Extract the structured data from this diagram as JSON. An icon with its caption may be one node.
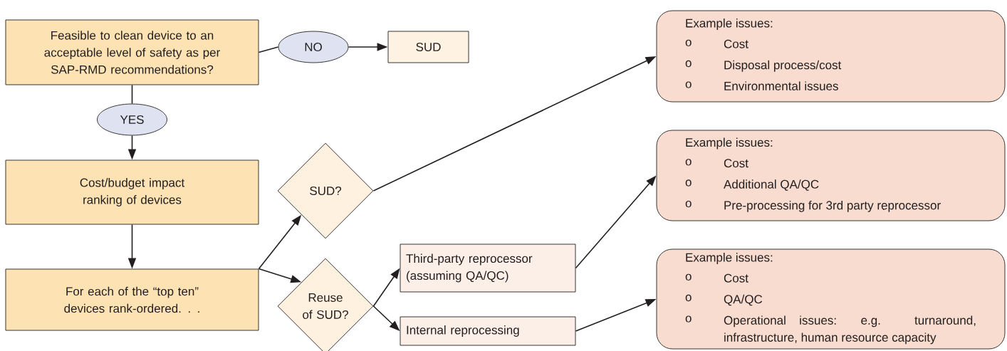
{
  "diagram": {
    "nodes": [
      {
        "text": [
          "Feasible to clean device to an acceptable level of safety as per SAP-RMD recommendations?"
        ]
      },
      {
        "text": [
          "NO"
        ]
      },
      {
        "text": [
          "SUD"
        ]
      },
      {
        "text": [
          "YES"
        ]
      },
      {
        "text": [
          "Cost/budget impact ranking of devices"
        ]
      },
      {
        "text": [
          "For each of the “top ten” devices rank-ordered. . ."
        ]
      },
      {
        "text": [
          "SUD?"
        ]
      },
      {
        "text": [
          "Reuse of SUD?"
        ]
      },
      {
        "text": [
          "Third-party reprocessor (assuming QA/QC)"
        ]
      },
      {
        "text": [
          "Internal reprocessing"
        ]
      },
      {
        "text": [
          "Example issues:",
          "o",
          "Cost",
          "o",
          "Disposal process/cost",
          "o",
          "Environmental issues"
        ]
      },
      {
        "text": [
          "Example issues:",
          "o",
          "Cost",
          "o",
          "Additional QA/QC",
          "o",
          "Pre-processing for 3rd party reprocessor"
        ]
      },
      {
        "text": [
          "Example issues:",
          "o",
          "Cost",
          "o",
          "QA/QC",
          "o",
          "Operational issues: e.g. turnaround, infrastructure, human resource capacity"
        ]
      }
    ],
    "edges": [
      {
        "from": 0,
        "to": 1,
        "arrow": "none"
      },
      {
        "from": 1,
        "to": 2,
        "arrow": "to"
      },
      {
        "from": 0,
        "to": 3,
        "arrow": "none"
      },
      {
        "from": 3,
        "to": 4,
        "arrow": "to"
      },
      {
        "from": 4,
        "to": 5,
        "arrow": "to"
      },
      {
        "from": 5,
        "to": 6,
        "arrow": "to"
      },
      {
        "from": 5,
        "to": 7,
        "arrow": "to"
      },
      {
        "from": 6,
        "to": 10,
        "arrow": "to"
      },
      {
        "from": 7,
        "to": 8,
        "arrow": "to"
      },
      {
        "from": 7,
        "to": 9,
        "arrow": "to"
      },
      {
        "from": 8,
        "to": 11,
        "arrow": "to"
      },
      {
        "from": 9,
        "to": 12,
        "arrow": "to"
      }
    ]
  }
}
